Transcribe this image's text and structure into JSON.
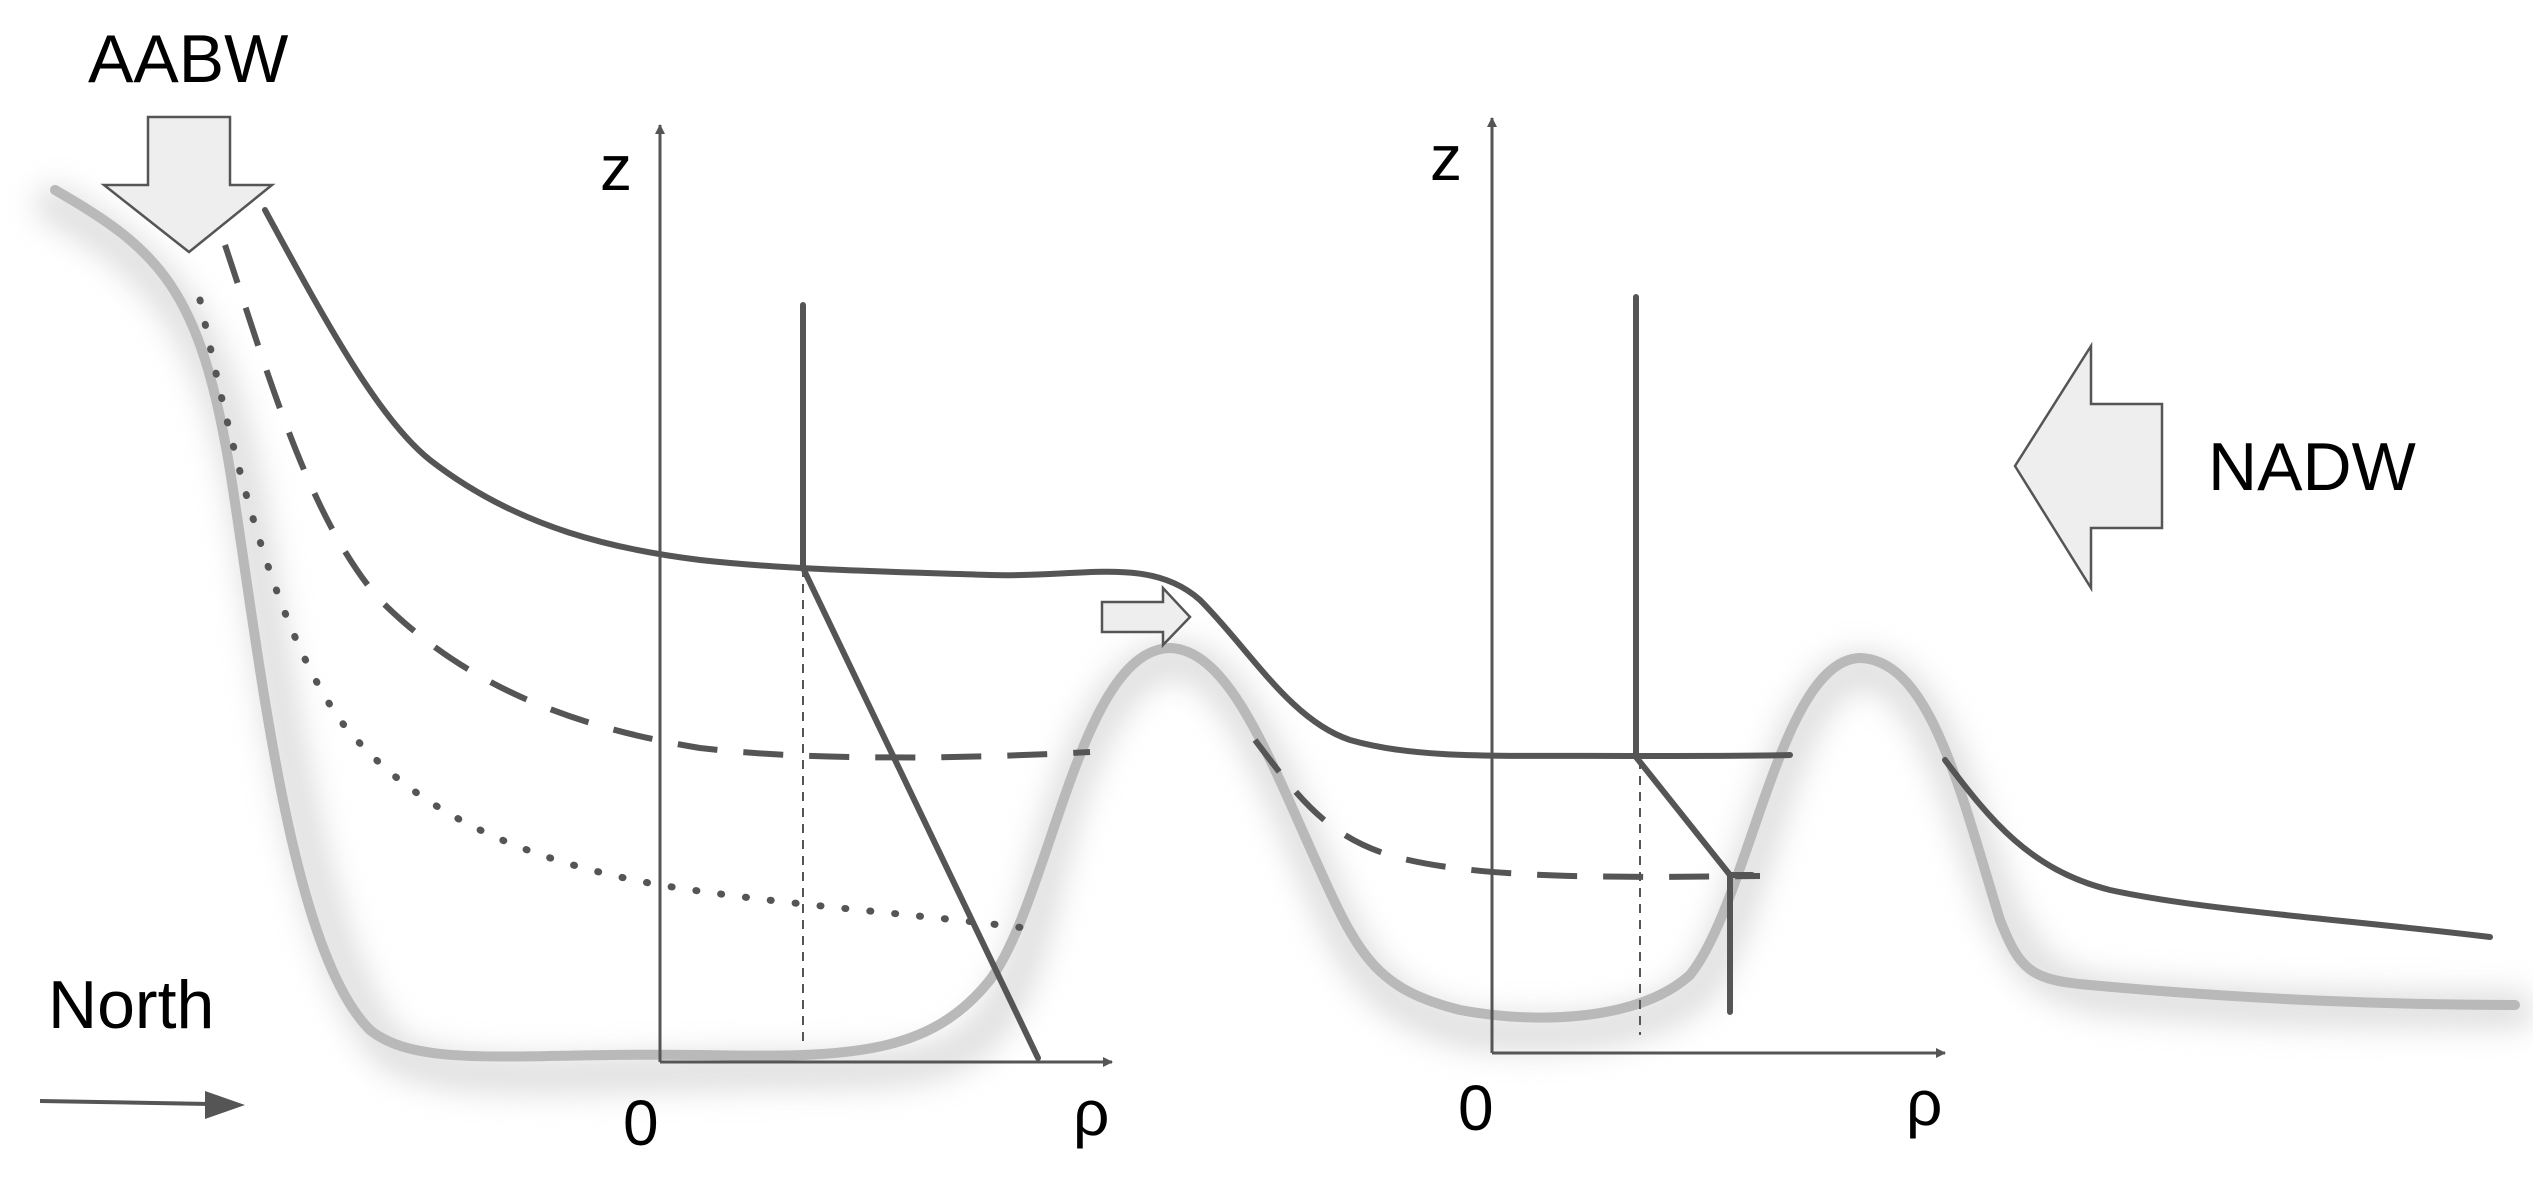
{
  "labels": {
    "aabw": "AABW",
    "nadw": "NADW",
    "north": "North"
  },
  "panels": [
    {
      "z_label": "z",
      "rho_label": "ρ",
      "origin_label": "0"
    },
    {
      "z_label": "z",
      "rho_label": "ρ",
      "origin_label": "0"
    }
  ],
  "colors": {
    "topography": "#b9b9b9",
    "isopycnal": "#555555",
    "arrow_fill": "#eeeeee"
  }
}
